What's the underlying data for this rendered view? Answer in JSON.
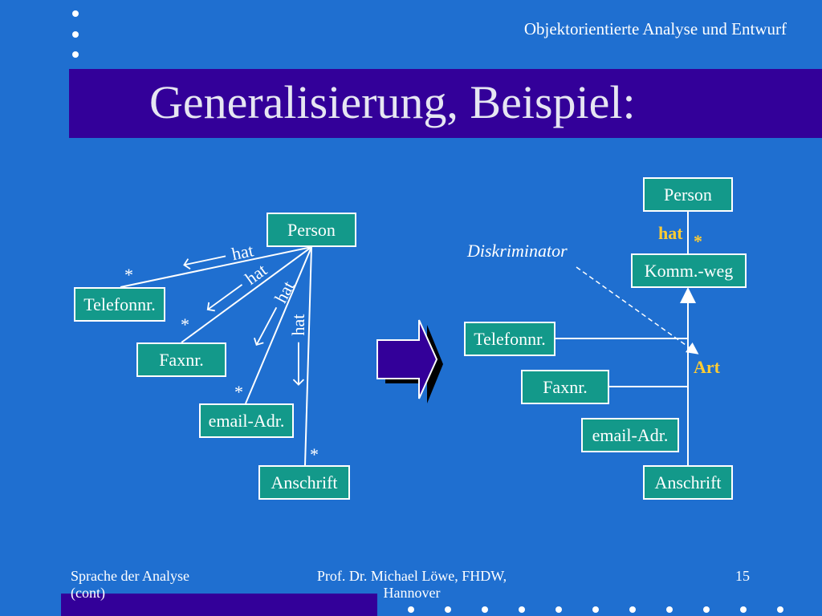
{
  "header": {
    "course_title": "Objektorientierte Analyse und Entwurf"
  },
  "slide": {
    "title": "Generalisierung, Beispiel:"
  },
  "left_diagram": {
    "person": "Person",
    "telefon": "Telefonnr.",
    "fax": "Faxnr.",
    "email": "email-Adr.",
    "anschrift": "Anschrift",
    "assoc_label": "hat",
    "multiplicity": "*"
  },
  "right_diagram": {
    "person": "Person",
    "komm": "Komm.-weg",
    "telefon": "Telefonnr.",
    "fax": "Faxnr.",
    "email": "email-Adr.",
    "anschrift": "Anschrift",
    "hat": "hat",
    "star": "*",
    "discriminator": "Diskriminator",
    "art": "Art"
  },
  "footer": {
    "left_line1": "Sprache der Analyse",
    "left_line2": "(cont)",
    "center_line1": "Prof. Dr. Michael Löwe, FHDW,",
    "center_line2": "Hannover",
    "page": "15"
  },
  "colors": {
    "background": "#1f6fd0",
    "title_bar": "#330099",
    "box_fill": "#13998a",
    "highlight": "#ffcc33",
    "arrow_fill": "#330099"
  }
}
